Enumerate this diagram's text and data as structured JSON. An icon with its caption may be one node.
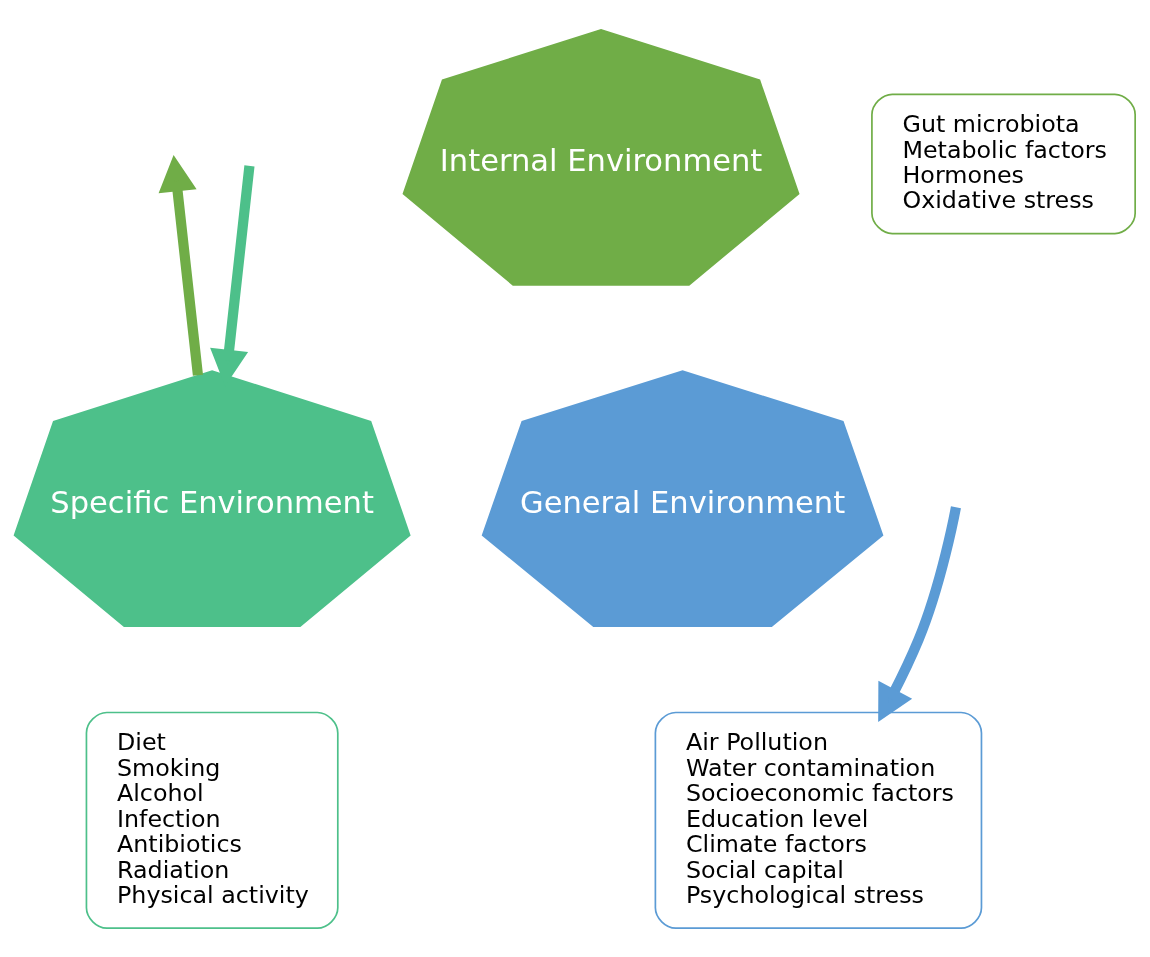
{
  "diagram": {
    "nodes": [
      {
        "text": [
          "Internal Environment"
        ]
      },
      {
        "text": [
          "Gut microbiota",
          "Metabolic factors",
          "Hormones",
          "Oxidative stress"
        ]
      },
      {
        "text": [
          "Specific Environment"
        ]
      },
      {
        "text": [
          "Diet",
          "Smoking",
          "Alcohol",
          "Infection",
          "Antibiotics",
          "Radiation",
          "Physical activity"
        ]
      },
      {
        "text": [
          "General Environment"
        ]
      },
      {
        "text": [
          "Air Pollution",
          "Water contamination",
          "Socioeconomic factors",
          "Education level",
          "Climate factors",
          "Social capital",
          "Psychological stress"
        ]
      }
    ],
    "edges": [
      {
        "from": 2,
        "to": null,
        "arrow": "to",
        "color": "#70ad47"
      },
      {
        "from": null,
        "to": 2,
        "arrow": "to",
        "color": "#4dc08a"
      },
      {
        "from": null,
        "to": 5,
        "arrow": "to",
        "color": "#5b9bd5"
      }
    ]
  }
}
